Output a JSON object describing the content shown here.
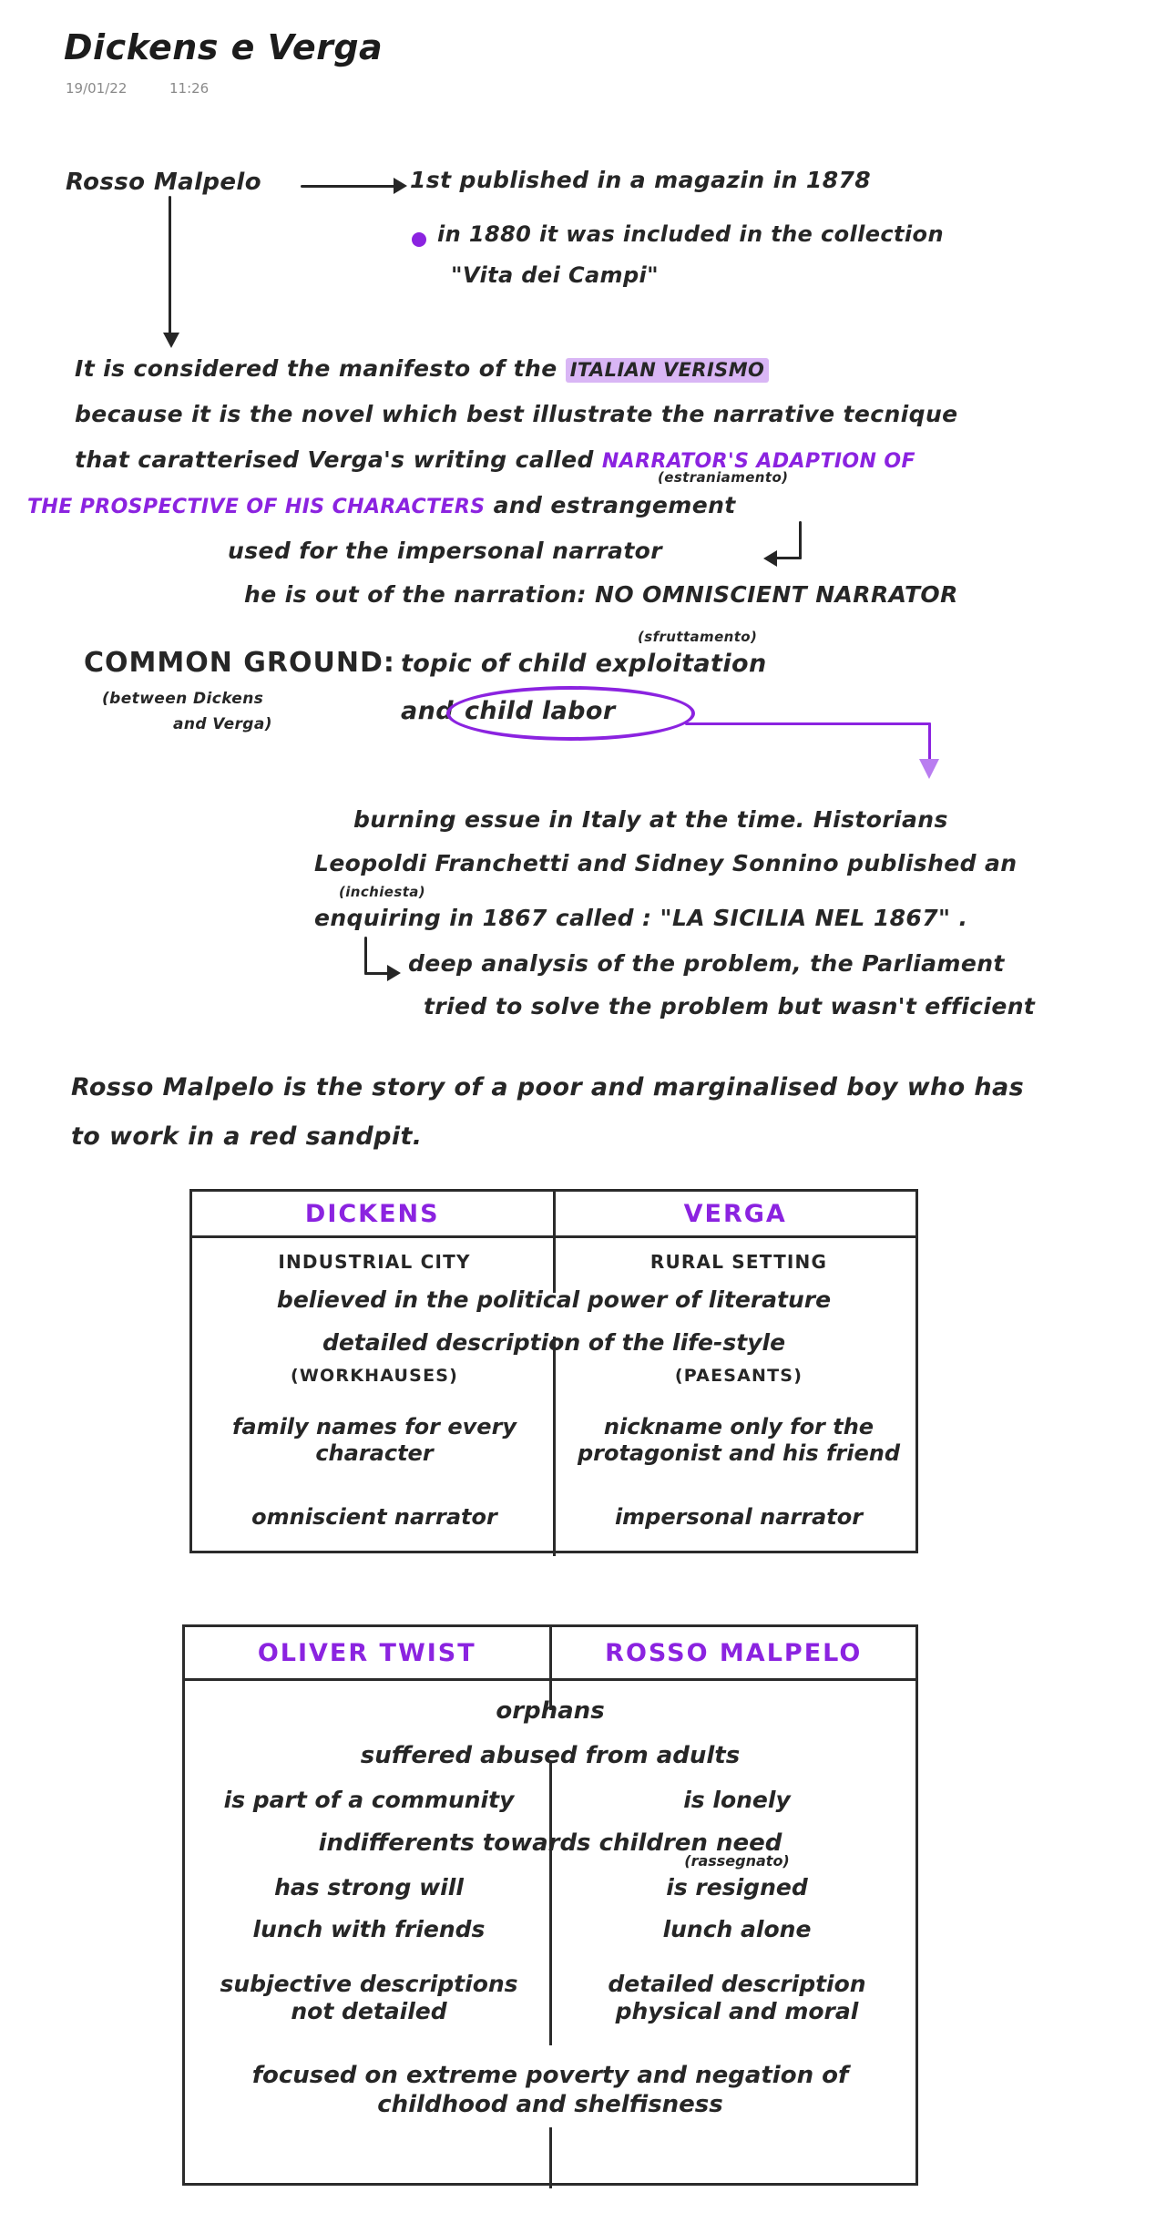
{
  "header": {
    "title": "Dickens e Verga",
    "date": "19/01/22",
    "time": "11:26"
  },
  "notes": {
    "topic_label": "Rosso Malpelo",
    "published_line": "1st published in a magazin in 1878",
    "published_sup": "st",
    "bullet_line": "in 1880 it was included in the collection",
    "bullet_line2": "\"Vita dei Campi\"",
    "manifesto_line1_a": "It is considered  the  manifesto  of the",
    "manifesto_highlight": "ITALIAN VERISMO",
    "manifesto_line2": "because it is the novel which best illustrate the narrative tecnique",
    "manifesto_line3_a": "that  caratterised  Verga's writing  called",
    "manifesto_line3_purple": "NARRATOR'S ADAPTION OF",
    "manifesto_line4_purple": "THE PROSPECTIVE OF HIS CHARACTERS",
    "manifesto_line4_b": "and  estrangement",
    "estrangement_note": "(estraniamento)",
    "impersonal_line": "used for the impersonal narrator",
    "omniscient_line": "he is out of the narration: NO OMNISCIENT NARRATOR"
  },
  "common_ground": {
    "heading": "COMMON GROUND:",
    "heading_rest": "topic of child exploitation",
    "exploitation_note": "(sfruttamento)",
    "between_line1": "(between Dickens",
    "between_line2": "and Verga)",
    "and_label": "and",
    "circled": "child labor"
  },
  "historians": {
    "line1": "burning essue in Italy at the time. Historians",
    "line2": "Leopoldi Franchetti and Sidney Sonnino published an",
    "inchiesta_note": "(inchiesta)",
    "line3": "enquiring in 1867 called : \"LA SICILIA NEL 1867\" .",
    "sub_line1": "deep analysis of the problem, the Parliament",
    "sub_line2": "tried to solve the problem but wasn't efficient"
  },
  "summary": {
    "line1": "Rosso Malpelo  is the story of a poor and marginalised boy who has",
    "line2": "to work in a red sandpit."
  },
  "table_dickens_verga": {
    "headers": [
      "DICKENS",
      "VERGA"
    ],
    "rows": [
      {
        "type": "split",
        "left": "INDUSTRIAL CITY",
        "right": "RURAL SETTING",
        "style": "caps"
      },
      {
        "type": "span",
        "text": "believed in the political power of literature"
      },
      {
        "type": "span",
        "text": "detailed description of the life-style"
      },
      {
        "type": "split",
        "left": "(WORKHAUSES)",
        "right": "(PAESANTS)",
        "style": "caps"
      },
      {
        "type": "split",
        "left": "family names for every",
        "right": "nickname only for the"
      },
      {
        "type": "split",
        "left": "character",
        "right": "protagonist and his friend"
      },
      {
        "type": "split",
        "left": "omniscient narrator",
        "right": "impersonal narrator"
      }
    ]
  },
  "table_oliver_rosso": {
    "headers": [
      "OLIVER TWIST",
      "ROSSO MALPELO"
    ],
    "rows": [
      {
        "type": "span",
        "text": "orphans"
      },
      {
        "type": "span",
        "text": "suffered abused from adults"
      },
      {
        "type": "split",
        "left": "is part of a community",
        "right": "is lonely"
      },
      {
        "type": "span",
        "text": "indifferents towards children need"
      },
      {
        "type": "split",
        "left": "has strong will",
        "right": "is resigned"
      },
      {
        "type": "note",
        "text": "(rassegnato)"
      },
      {
        "type": "split",
        "left": "lunch with friends",
        "right": "lunch alone"
      },
      {
        "type": "split",
        "left": "subjective descriptions",
        "right": "detailed description"
      },
      {
        "type": "split",
        "left": "not detailed",
        "right": "physical and moral"
      },
      {
        "type": "span",
        "text": "focused on extreme poverty and negation of"
      },
      {
        "type": "span",
        "text": "childhood and shelfisness"
      }
    ]
  },
  "colors": {
    "ink": "#262626",
    "purple": "#8b23e0",
    "highlight": "#d9b6f5",
    "meta": "#8a8a8a"
  }
}
